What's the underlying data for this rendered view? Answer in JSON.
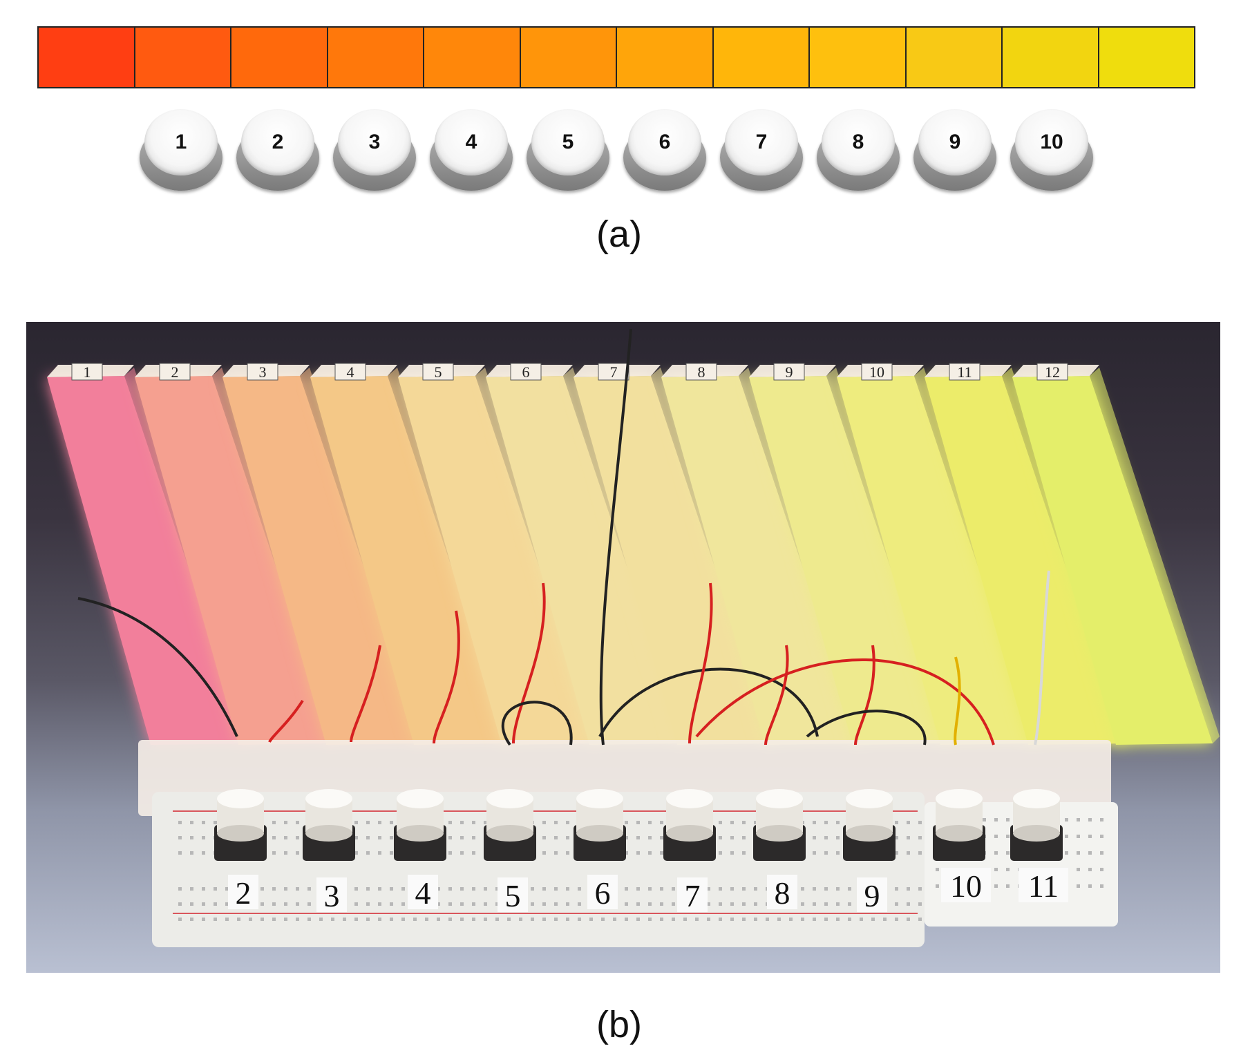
{
  "panel_a": {
    "caption": "(a)",
    "swatch_colors": [
      "#ff3e12",
      "#ff5a10",
      "#ff690c",
      "#ff780b",
      "#ff870a",
      "#ff950a",
      "#ffa50a",
      "#ffb60a",
      "#fec00e",
      "#f8c915",
      "#f2d510",
      "#efdd0d"
    ],
    "buttons": [
      "1",
      "2",
      "3",
      "4",
      "5",
      "6",
      "7",
      "8",
      "9",
      "10"
    ]
  },
  "panel_b": {
    "caption": "(b)",
    "bar_labels": [
      "1",
      "2",
      "3",
      "4",
      "5",
      "6",
      "7",
      "8",
      "9",
      "10",
      "11",
      "12"
    ],
    "bar_colors": [
      "#f27f9b",
      "#f5a090",
      "#f5b886",
      "#f4c887",
      "#f4d898",
      "#f2e0a0",
      "#f2e09e",
      "#f0e69c",
      "#eeea8e",
      "#eeec7e",
      "#ecec6a",
      "#e4ee6a"
    ],
    "button_labels": [
      "2",
      "3",
      "4",
      "5",
      "6",
      "7",
      "8",
      "9",
      "10",
      "11"
    ]
  }
}
